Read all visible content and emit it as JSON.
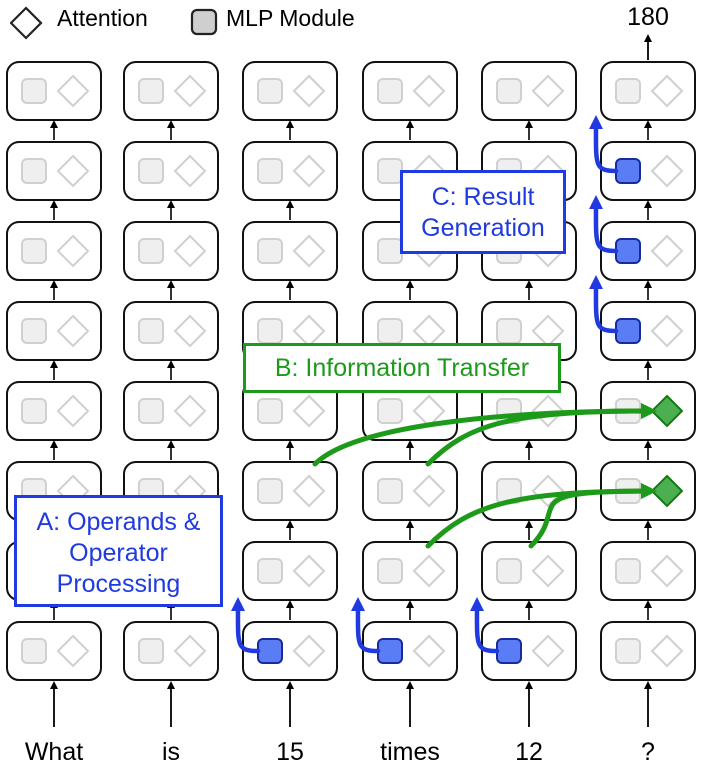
{
  "legend": {
    "attention_label": "Attention",
    "mlp_label": "MLP Module"
  },
  "output_token": "180",
  "input_tokens": [
    "What",
    "is",
    "15",
    "times",
    "12",
    "?"
  ],
  "annotations": {
    "a_lines": [
      "A: Operands &",
      "Operator",
      "Processing"
    ],
    "b_line": "B: Information Transfer",
    "c_lines": [
      "C: Result",
      "Generation"
    ]
  },
  "colors": {
    "blue": "#1f3ae0",
    "green": "#1d9a1a",
    "active_mlp": "#5a7cf5",
    "active_attention": "#4caf50",
    "inactive": "#d0d0d0"
  }
}
